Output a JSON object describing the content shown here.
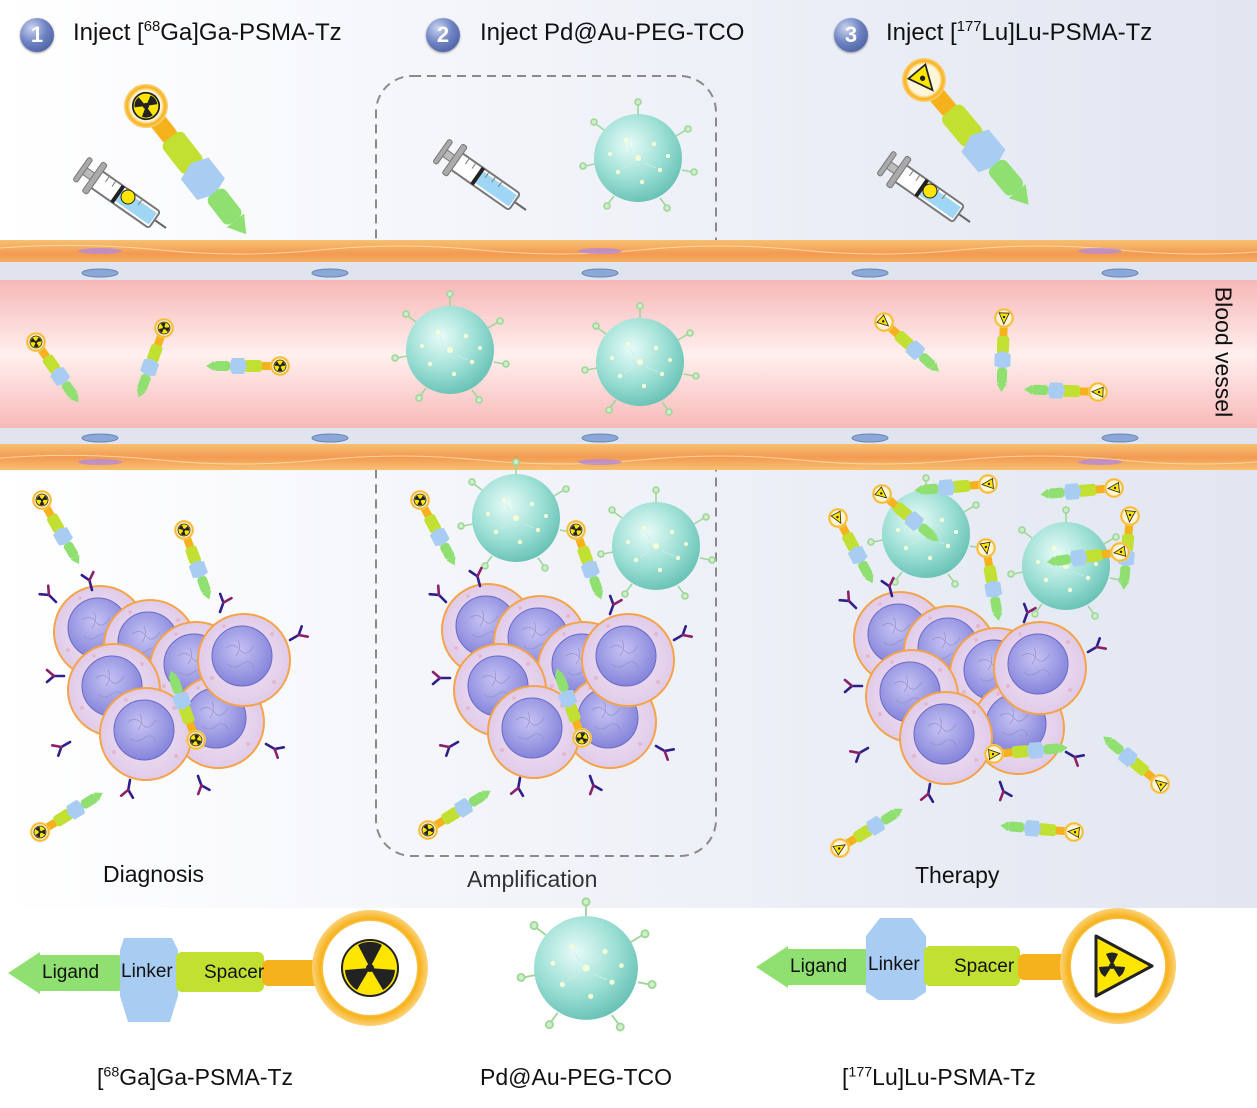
{
  "steps": [
    {
      "number": "1",
      "prefix": "Inject [",
      "sup": "68",
      "suffix": "Ga]Ga-PSMA-Tz"
    },
    {
      "number": "2",
      "prefix": "Inject Pd@Au-PEG-TCO",
      "sup": "",
      "suffix": ""
    },
    {
      "number": "3",
      "prefix": "Inject [",
      "sup": "177",
      "suffix": "Lu]Lu-PSMA-Tz"
    }
  ],
  "vessel_label": "Blood vessel",
  "stage_captions": {
    "diagnosis": "Diagnosis",
    "amplification": "Amplification",
    "therapy": "Therapy"
  },
  "probe_parts": {
    "ligand": "Ligand",
    "linker": "Linker",
    "spacer": "Spacer"
  },
  "legend": {
    "ga_probe": {
      "prefix": "[",
      "sup": "68",
      "suffix": "Ga]Ga-PSMA-Tz"
    },
    "nanoparticle": {
      "label": "Pd@Au-PEG-TCO"
    },
    "lu_probe": {
      "prefix": "[",
      "sup": "177",
      "suffix": "Lu]Lu-PSMA-Tz"
    }
  },
  "colors": {
    "ligand_green": "#8fe070",
    "linker_blue": "#a9cdf2",
    "spacer_lime": "#c2e032",
    "ring_orange": "#f5b21c",
    "radiation_yellow": "#ffe600",
    "nanoparticle_teal": "#8fd8cf",
    "vessel_wall_orange": "#f4a55a",
    "vessel_lumen_pink": "#fbcfcf",
    "cell_lavender": "#e1d0ec",
    "nucleus_blue": "#8f8fe0",
    "membrane_orange": "#f5a347",
    "receptor_purple": "#2e1f8a",
    "step_badge_blue": "#5a6fb5",
    "dashed_box_gray": "#8a8a8a",
    "background_blue_gray": "#e8ecf5"
  },
  "icons": [
    "syringe-icon",
    "radiation-icon",
    "nanoparticle-icon",
    "tumor-cell-icon",
    "receptor-icon"
  ]
}
